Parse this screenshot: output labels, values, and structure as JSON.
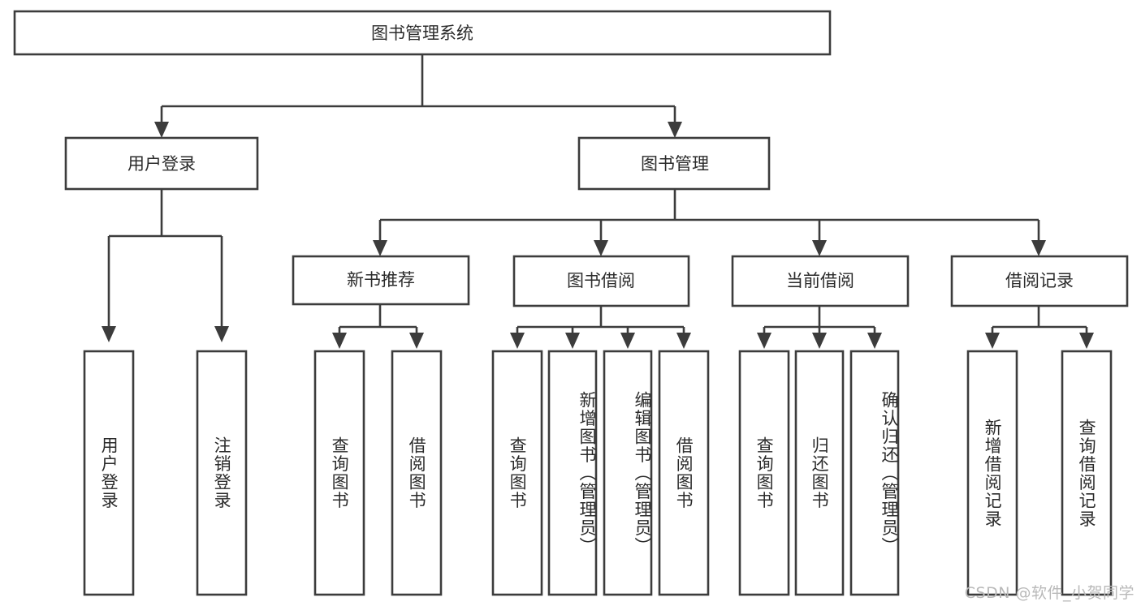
{
  "diagram": {
    "type": "tree-hierarchy",
    "title": "图书管理系统",
    "orientation": "top-down",
    "colors": {
      "box_stroke": "#3c3c3c",
      "box_fill": "#ffffff",
      "text": "#2b2b2b",
      "background": "#ffffff",
      "watermark": "#b9b9b9"
    },
    "root": {
      "label": "图书管理系统",
      "level": 1
    },
    "level2": [
      {
        "label": "用户登录"
      },
      {
        "label": "图书管理"
      }
    ],
    "level3": [
      {
        "label": "新书推荐"
      },
      {
        "label": "图书借阅"
      },
      {
        "label": "当前借阅"
      },
      {
        "label": "借阅记录"
      }
    ],
    "leaves": {
      "用户登录": [
        {
          "label": "用户登录"
        },
        {
          "label": "注销登录"
        }
      ],
      "新书推荐": [
        {
          "label": "查询图书"
        },
        {
          "label": "借阅图书"
        }
      ],
      "图书借阅": [
        {
          "label": "查询图书"
        },
        {
          "label": "新增图书（管理员）"
        },
        {
          "label": "编辑图书（管理员）"
        },
        {
          "label": "借阅图书"
        }
      ],
      "当前借阅": [
        {
          "label": "查询图书"
        },
        {
          "label": "归还图书"
        },
        {
          "label": "确认归还（管理员）"
        }
      ],
      "借阅记录": [
        {
          "label": "新增借阅记录"
        },
        {
          "label": "查询借阅记录"
        }
      ]
    }
  },
  "watermark": {
    "text": "CSDN @软件_小贺同学"
  }
}
